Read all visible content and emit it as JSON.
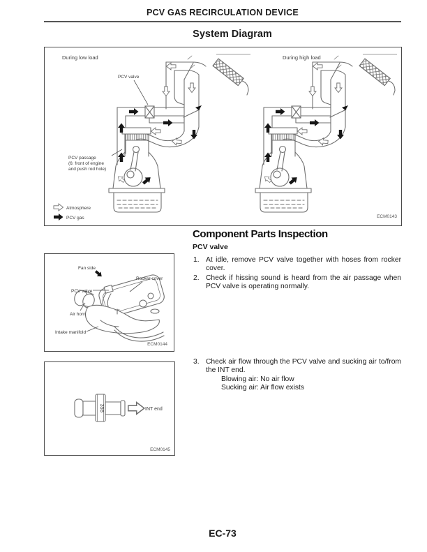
{
  "header": {
    "title": "PCV GAS RECIRCULATION DEVICE"
  },
  "system_diagram": {
    "heading": "System Diagram",
    "left_label": "During low load",
    "right_label": "During high load",
    "pcv_valve_label": "PCV valve",
    "pcv_passage_lines": [
      "PCV passage",
      "(6: front of engine",
      "and push rod hole)"
    ],
    "legend": {
      "atmosphere": "Atmosphere",
      "pcv_gas": "PCV gas"
    },
    "figure_id": "ECM0143"
  },
  "component_inspection": {
    "heading": "Component Parts Inspection",
    "subheading": "PCV valve",
    "steps": [
      {
        "num": "1.",
        "text": "At idle, remove PCV valve together with hoses from rocker cover."
      },
      {
        "num": "2.",
        "text": "Check if hissing sound is heard from the air passage when PCV valve is operating normally."
      },
      {
        "num": "3.",
        "text": "Check air flow through the PCV valve and sucking air to/from the INT end.",
        "sub_lines": [
          "Blowing air: No air flow",
          "Sucking air: Air flow exists"
        ]
      }
    ]
  },
  "figure_rocker": {
    "labels": {
      "fan_side": "Fan side",
      "rocker_cover": "Rocker cover",
      "pcv_valve": "PCV valve",
      "air_horn": "Air horn",
      "intake_manifold": "Intake manifold"
    },
    "figure_id": "ECM0144"
  },
  "figure_valve": {
    "marking": "35B",
    "int_end_label": "INT end",
    "figure_id": "ECM0145"
  },
  "footer": {
    "page_number": "EC-73"
  },
  "colors": {
    "line": "#6f6f6f",
    "arrow_fill": "#161616",
    "text": "#1a1a1a",
    "figure_border": "#4a4a4a",
    "rule": "#555555"
  }
}
